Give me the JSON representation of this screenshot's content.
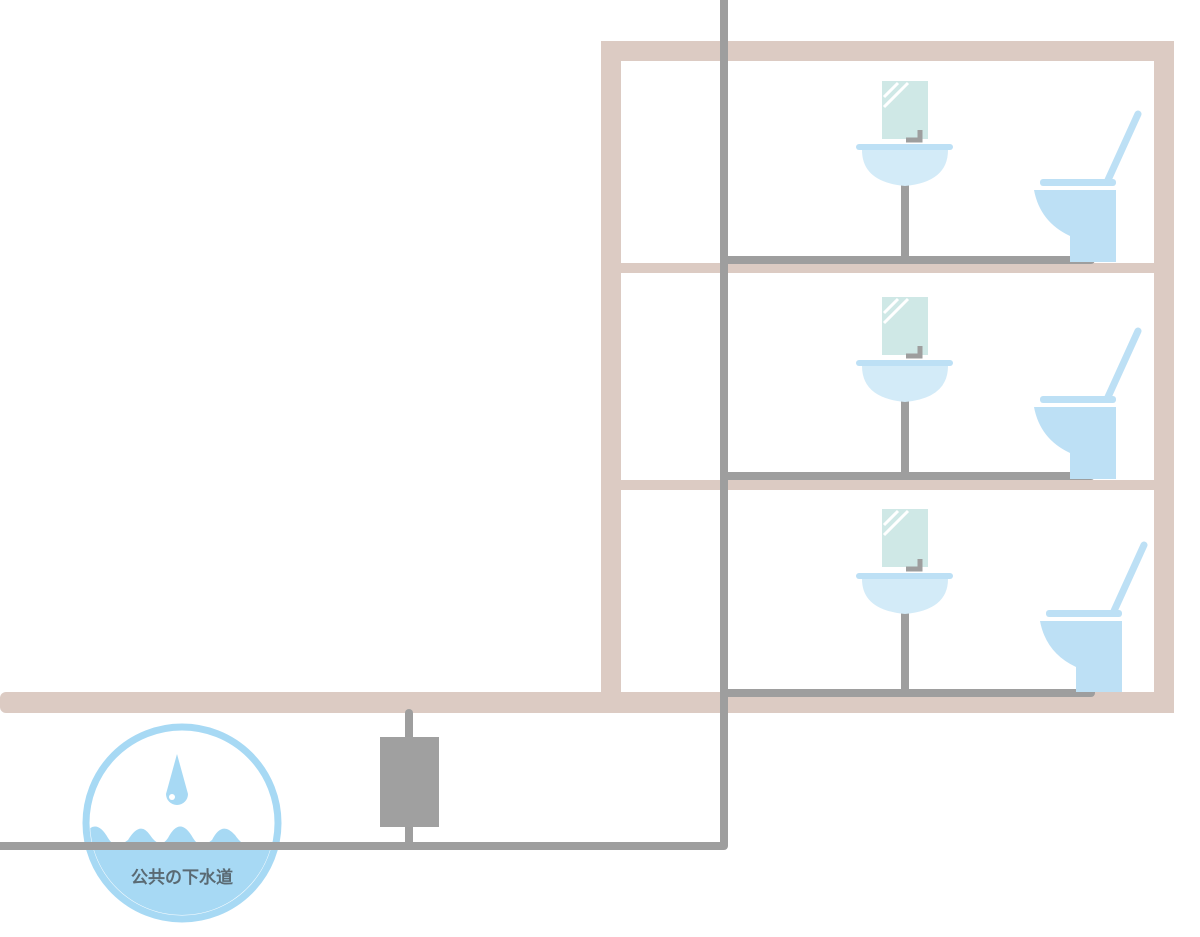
{
  "diagram": {
    "sewer_label": "公共の下水道",
    "floors": [
      {
        "fixtures": [
          "sink",
          "toilet"
        ]
      },
      {
        "fixtures": [
          "sink",
          "toilet"
        ]
      },
      {
        "fixtures": [
          "sink",
          "toilet"
        ]
      }
    ]
  },
  "colors": {
    "building": "#dccbc3",
    "pipe": "#9e9e9e",
    "pipe_box": "#a0a0a0",
    "fixture": "#bde0f5",
    "fixture_light": "#d3ebf8",
    "mirror": "#cfe8e6",
    "sewer": "#a7d9f4",
    "sewer_text": "#5a6a73"
  }
}
